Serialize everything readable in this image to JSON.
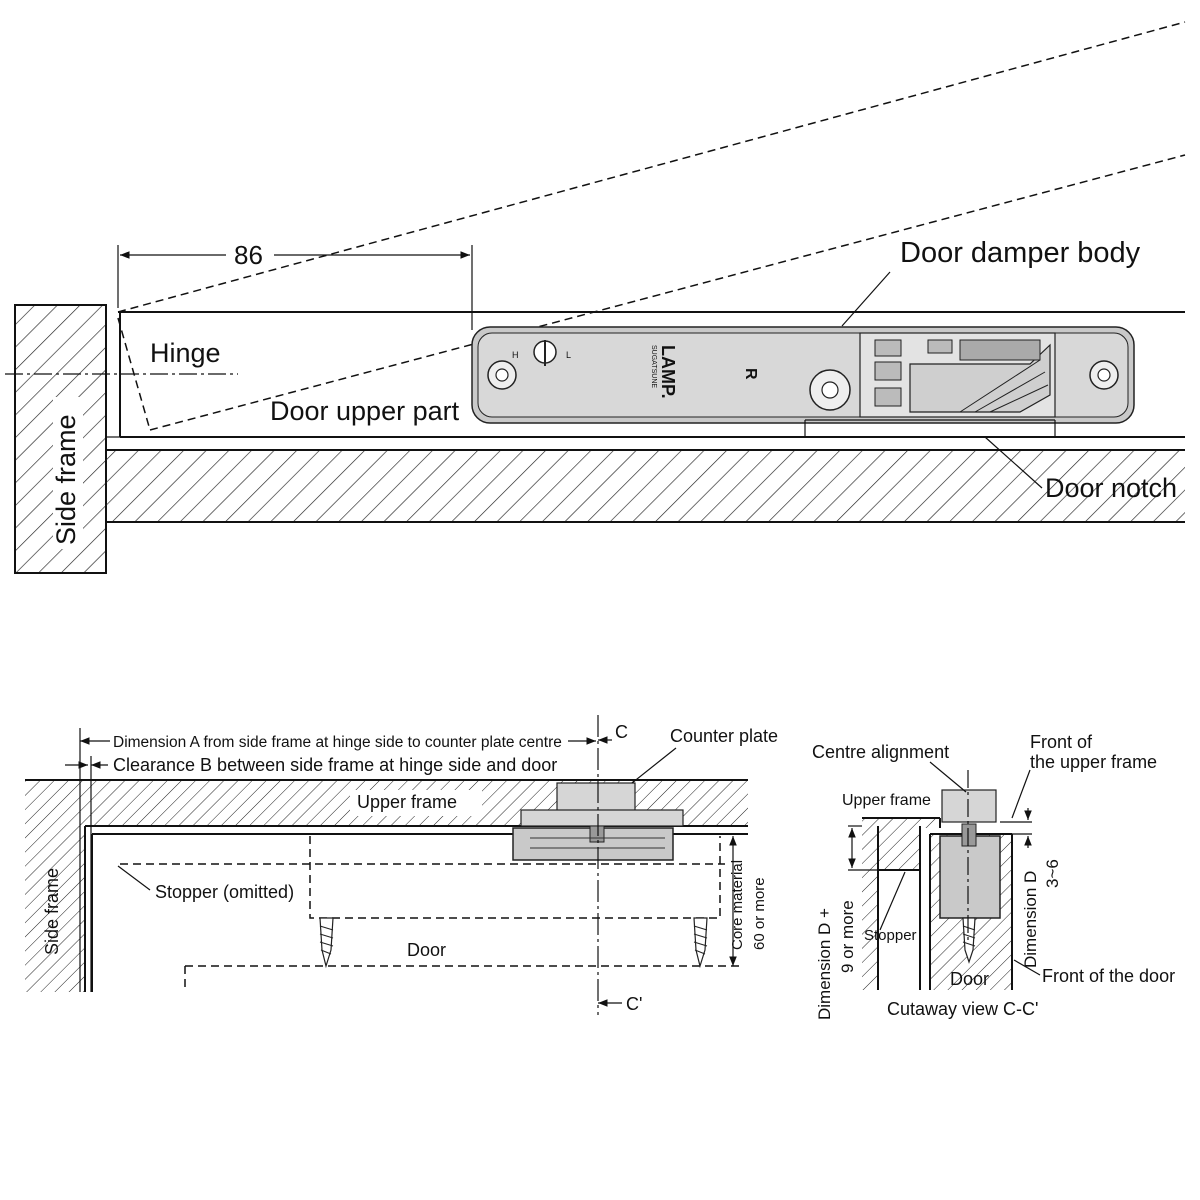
{
  "top_view": {
    "dimension_86": "86",
    "hinge": "Hinge",
    "door_upper_part": "Door upper part",
    "door_damper_body": "Door damper body",
    "door_notch": "Door notch",
    "side_frame": "Side frame",
    "body_brand": "LAMP.",
    "body_sub": "SUGATSUNE",
    "body_r": "R",
    "body_lr": "L",
    "body_h": "H"
  },
  "front_view": {
    "dimension_a": "Dimension A from side frame at hinge side to counter plate centre",
    "clearance_b": "Clearance B between side frame at hinge side and door",
    "c_label": "C",
    "c_prime_label": "C'",
    "counter_plate": "Counter plate",
    "upper_frame": "Upper frame",
    "side_frame": "Side frame",
    "stopper_omitted": "Stopper (omitted)",
    "core_material_1": "Core material",
    "core_material_2": "60 or more",
    "door": "Door"
  },
  "cutaway_view": {
    "centre_alignment": "Centre alignment",
    "front_upper_frame_1": "Front of",
    "front_upper_frame_2": "the upper frame",
    "upper_frame": "Upper frame",
    "dimension_d_plus_1": "Dimension D +",
    "dimension_d_plus_2": "9 or more",
    "stopper": "Stopper",
    "dimension_d": "Dimension D",
    "dimension_d_range": "3~6",
    "door": "Door",
    "front_of_door": "Front of the door",
    "caption": "Cutaway view C-C'"
  }
}
